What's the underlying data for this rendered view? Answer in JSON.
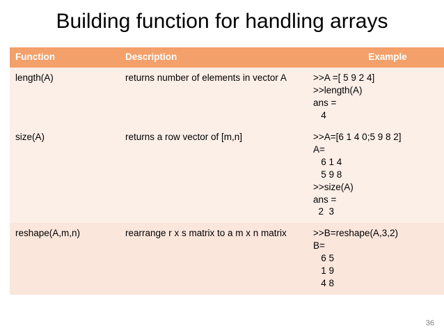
{
  "slide": {
    "title": "Building function for handling  arrays",
    "page_number": "36",
    "header_bg": "#F3A06A",
    "row_bg_light": "#FCEFE8",
    "row_bg_dark": "#FBE6DC"
  },
  "table": {
    "headers": {
      "function": "Function",
      "description": "Description",
      "example": "Example"
    },
    "rows": [
      {
        "function": "length(A)",
        "description": "returns number of elements in vector A",
        "example": ">>A =[ 5 9 2 4]\n>>length(A)\nans =\n   4"
      },
      {
        "function": "size(A)",
        "description": "returns a row vector of [m,n]",
        "example": ">>A=[6 1 4 0;5 9 8 2]\nA=\n   6 1 4\n   5 9 8\n>>size(A)\nans =\n  2  3"
      },
      {
        "function": "reshape(A,m,n)",
        "description": "rearrange r x s matrix to a m x n matrix",
        "example": ">>B=reshape(A,3,2)\nB=\n   6 5\n   1 9\n   4 8"
      }
    ]
  }
}
